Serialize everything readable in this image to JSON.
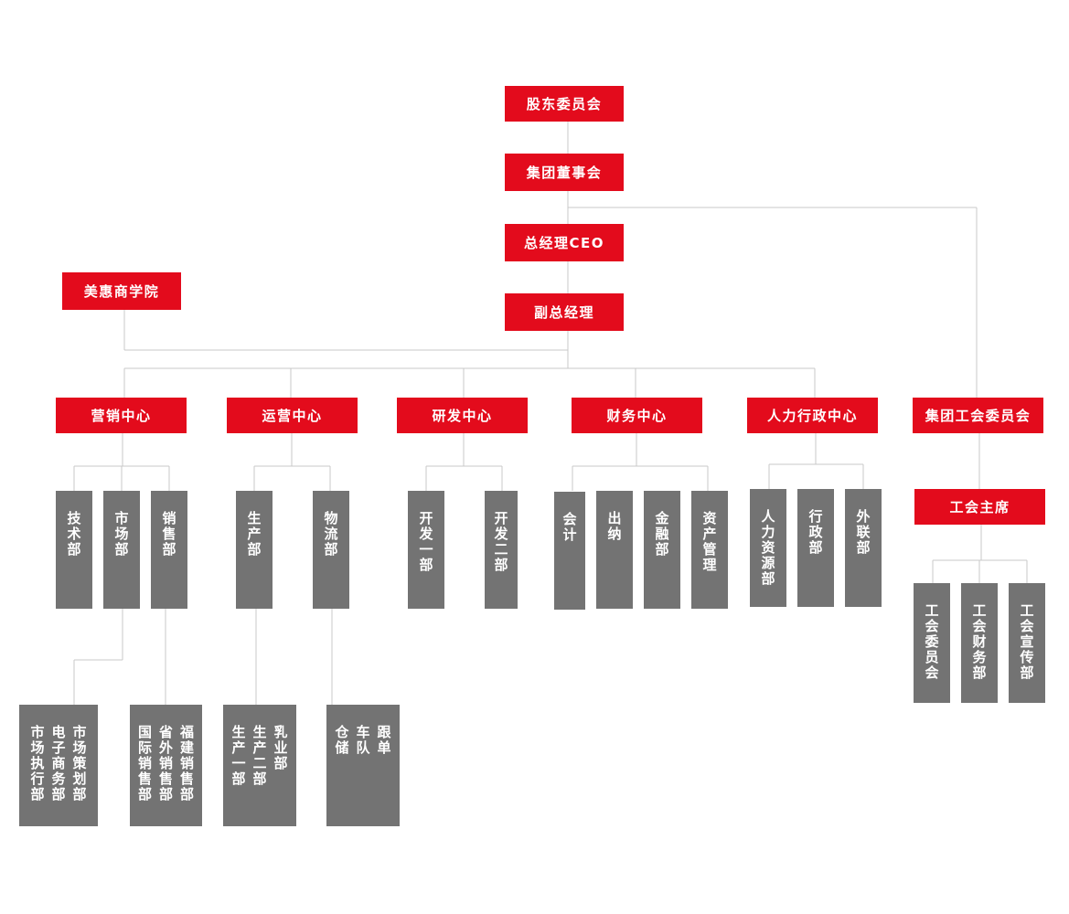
{
  "nodes": {
    "shareholders": "股东委员会",
    "board": "集团董事会",
    "ceo": "总经理CEO",
    "vice_gm": "副总经理",
    "academy": "美惠商学院",
    "marketing": "营销中心",
    "operations": "运营中心",
    "rnd": "研发中心",
    "finance": "财务中心",
    "hr_admin": "人力行政中心",
    "union": "集团工会委员会",
    "union_chair": "工会主席"
  },
  "departments": {
    "tech": "技术部",
    "market": "市场部",
    "sales": "销售部",
    "production": "生产部",
    "logistics": "物流部",
    "dev1": "开发一部",
    "dev2": "开发二部",
    "accounting": "会计",
    "cashier": "出纳",
    "banking": "金融部",
    "asset_mgmt": "资产管理",
    "hr": "人力资源部",
    "admin": "行政部",
    "liaison": "外联部",
    "union_committee": "工会委员会",
    "union_finance": "工会财务部",
    "union_publicity": "工会宣传部"
  },
  "sub_departments": {
    "market_exec": "市场执行部",
    "ecommerce": "电子商务部",
    "market_planning": "市场策划部",
    "intl_sales": "国际销售部",
    "out_province_sales": "省外销售部",
    "fujian_sales": "福建销售部",
    "prod1": "生产一部",
    "prod2": "生产二部",
    "dairy": "乳业部",
    "warehouse": "仓储",
    "fleet": "车队",
    "order_follow": "跟单"
  },
  "colors": {
    "primary_box": "#e30b1c",
    "secondary_box": "#737373",
    "connector": "#c8c8c8"
  }
}
